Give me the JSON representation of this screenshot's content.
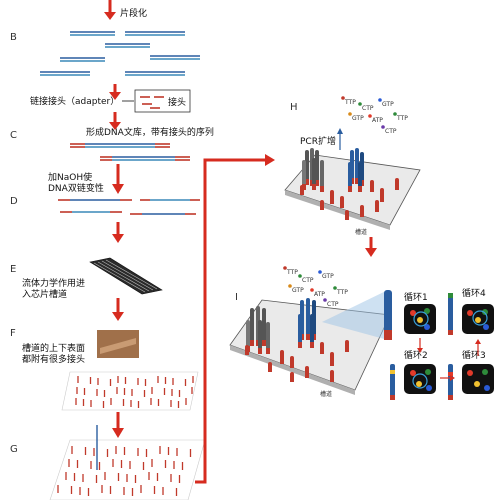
{
  "steps": {
    "A": {
      "text": "片段化"
    },
    "B": {
      "label": "B",
      "adapter_text": "链接接头（adapter）",
      "legend_text": "接头"
    },
    "C": {
      "label": "C",
      "text": "形成DNA文库，带有接头的序列"
    },
    "D": {
      "label": "D",
      "text_line1": "加NaOH使",
      "text_line2": "DNA双链变性"
    },
    "E": {
      "label": "E",
      "text_line1": "流体力学作用进",
      "text_line2": "入芯片槽道"
    },
    "F": {
      "label": "F",
      "text_line1": "槽道的上下表面",
      "text_line2": "都附有很多接头"
    },
    "G": {
      "label": "G"
    },
    "H": {
      "label": "H",
      "pcr_text": "PCR扩增",
      "channel_text": "槽道"
    },
    "I": {
      "label": "I",
      "channel_text": "槽道"
    }
  },
  "nucleotides_H": [
    "TTP",
    "CTP",
    "GTP",
    "GTP",
    "ATP",
    "TTP",
    "CTP"
  ],
  "nucleotides_I": [
    "TTP",
    "CTP",
    "GTP",
    "GTP",
    "ATP",
    "TTP",
    "CTP"
  ],
  "cycles": [
    "循环1",
    "循环2",
    "循环3",
    "循环4"
  ],
  "colors": {
    "red": "#c0392b",
    "blue": "#2a5d9f",
    "arrow": "#d62b1f",
    "teal": "#3a89b8"
  }
}
